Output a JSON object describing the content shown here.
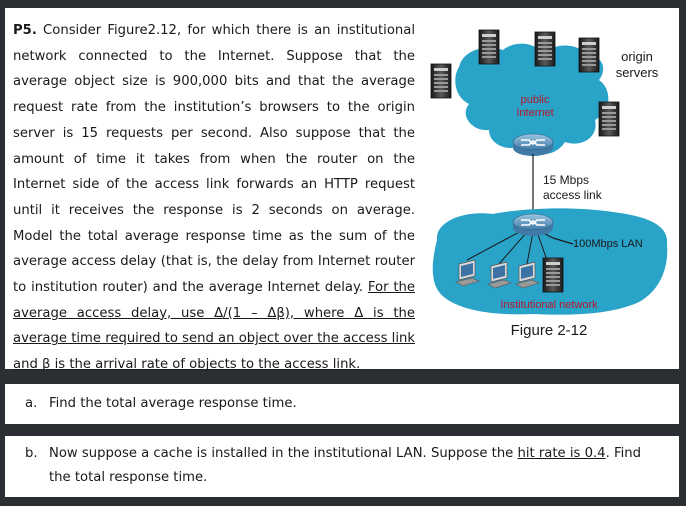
{
  "problem": {
    "label": "P5.",
    "parts": [
      " Consider Figure2.12, for which there is an institutional network connected to the Internet. Suppose that the average object size is 900,000 bits and that the average request rate from the institution’s browsers to the origin server is 15 requests per second. Also suppose that the amount of time it takes from when the router on the Internet side of the access link forwards an HTTP request until it receives the response is 2 seconds on average. Model the total average response time as the sum of the average access delay (that is, the delay from Internet router to institution router) and the average Internet delay. ",
      "For the average access delay, use Δ/(1 – Δβ), where Δ is the average time required to send an object over the access link and  β is the arrival rate of objects to the access link."
    ]
  },
  "figure": {
    "origin_servers_label_1": "origin",
    "origin_servers_label_2": "servers",
    "public_internet_label_1": "public",
    "public_internet_label_2": "Internet",
    "access_link_label_1": "15 Mbps",
    "access_link_label_2": "access link",
    "lan_label": "100Mbps LAN",
    "institutional_label": "Institutional network",
    "caption": "Figure 2-12",
    "colors": {
      "cloud": "#2aa3c9",
      "red_text": "#b8162a",
      "router": "#5e95ba"
    }
  },
  "question_a": {
    "label": "a.",
    "text": "Find the total average response time."
  },
  "question_b": {
    "label": "b.",
    "text_1": "Now suppose a cache is installed in the institutional LAN. Suppose the ",
    "underlined": "hit rate is 0.4",
    "text_2": ". Find",
    "text_3": "the total response time."
  }
}
